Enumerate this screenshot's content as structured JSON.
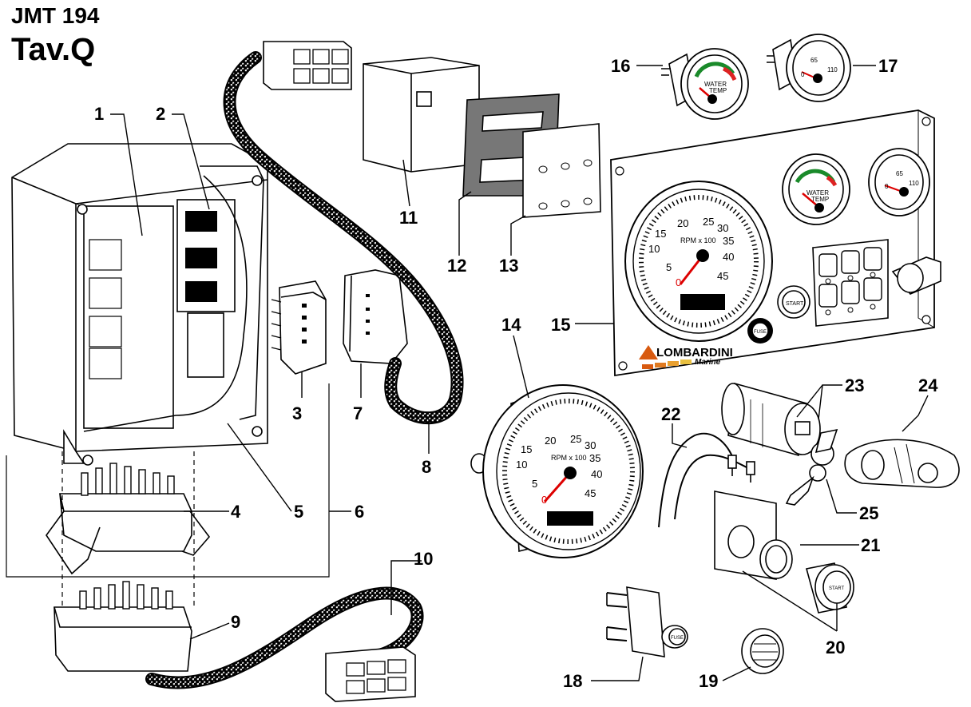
{
  "header": {
    "model": "JMT 194",
    "table": "Tav.Q"
  },
  "callouts": [
    "1",
    "2",
    "3",
    "4",
    "5",
    "6",
    "7",
    "8",
    "9",
    "10",
    "11",
    "12",
    "13",
    "14",
    "15",
    "16",
    "17",
    "18",
    "19",
    "20",
    "21",
    "22",
    "23",
    "24",
    "25"
  ],
  "panel": {
    "brand": "LOMBARDINI",
    "brand_sub": "Marine",
    "start_label": "START",
    "fuse_label": "FUSE",
    "rpm_unit": "RPM x 100",
    "rpm_ticks": [
      "0",
      "5",
      "10",
      "15",
      "20",
      "25",
      "30",
      "35",
      "40",
      "45"
    ],
    "temp_label_1": "WATER",
    "temp_label_2": "TEMP",
    "temp_ticks": [
      "0",
      "65",
      "110"
    ]
  }
}
